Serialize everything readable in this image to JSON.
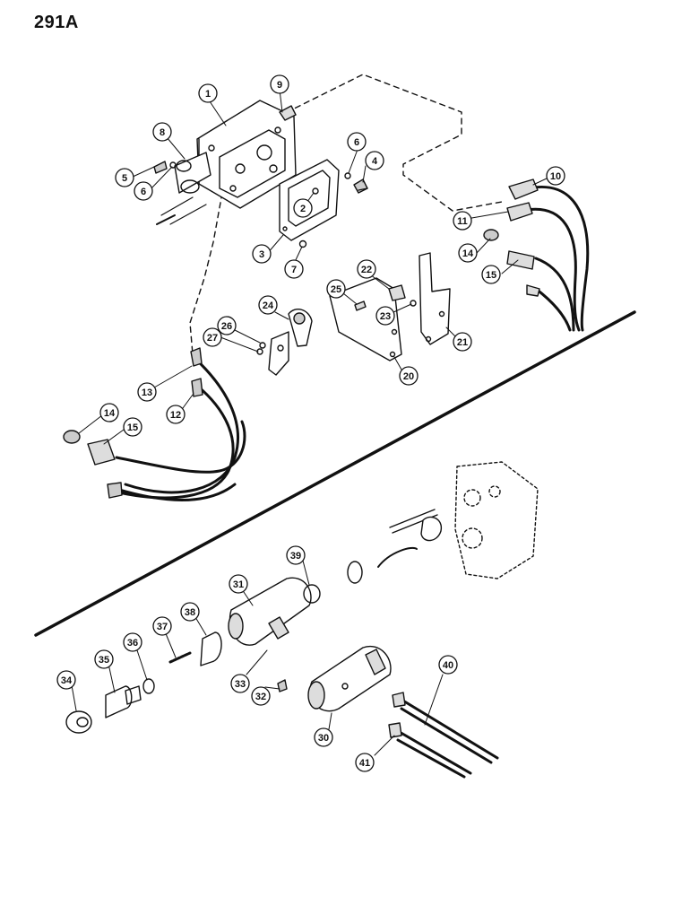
{
  "page": {
    "label": "291A"
  },
  "colors": {
    "ink": "#111111",
    "paper": "#ffffff",
    "shade": "#d8d8d8"
  },
  "callouts": [
    {
      "id": "c1",
      "number": "1"
    },
    {
      "id": "c9",
      "number": "9"
    },
    {
      "id": "c8",
      "number": "8"
    },
    {
      "id": "c5",
      "number": "5"
    },
    {
      "id": "c6a",
      "number": "6"
    },
    {
      "id": "c6b",
      "number": "6"
    },
    {
      "id": "c4",
      "number": "4"
    },
    {
      "id": "c2",
      "number": "2"
    },
    {
      "id": "c3",
      "number": "3"
    },
    {
      "id": "c7",
      "number": "7"
    },
    {
      "id": "c10",
      "number": "10"
    },
    {
      "id": "c11",
      "number": "11"
    },
    {
      "id": "c14a",
      "number": "14"
    },
    {
      "id": "c15a",
      "number": "15"
    },
    {
      "id": "c22",
      "number": "22"
    },
    {
      "id": "c25",
      "number": "25"
    },
    {
      "id": "c23",
      "number": "23"
    },
    {
      "id": "c24",
      "number": "24"
    },
    {
      "id": "c26",
      "number": "26"
    },
    {
      "id": "c27",
      "number": "27"
    },
    {
      "id": "c21",
      "number": "21"
    },
    {
      "id": "c20",
      "number": "20"
    },
    {
      "id": "c13",
      "number": "13"
    },
    {
      "id": "c12",
      "number": "12"
    },
    {
      "id": "c14b",
      "number": "14"
    },
    {
      "id": "c15b",
      "number": "15"
    },
    {
      "id": "c39",
      "number": "39"
    },
    {
      "id": "c31",
      "number": "31"
    },
    {
      "id": "c38",
      "number": "38"
    },
    {
      "id": "c37",
      "number": "37"
    },
    {
      "id": "c35",
      "number": "35"
    },
    {
      "id": "c36",
      "number": "36"
    },
    {
      "id": "c34",
      "number": "34"
    },
    {
      "id": "c33",
      "number": "33"
    },
    {
      "id": "c32",
      "number": "32"
    },
    {
      "id": "c40",
      "number": "40"
    },
    {
      "id": "c30",
      "number": "30"
    },
    {
      "id": "c41",
      "number": "41"
    }
  ]
}
